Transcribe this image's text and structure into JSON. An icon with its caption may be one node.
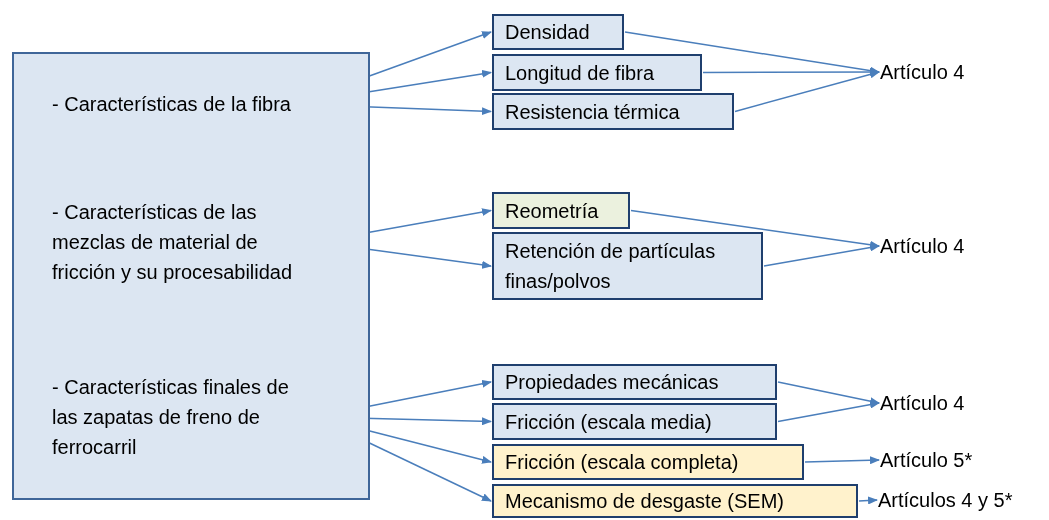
{
  "diagram": {
    "nodes": [
      {
        "text": [],
        "shape": "box"
      },
      {
        "text": [
          "- Características de la fibra"
        ],
        "in": 0
      },
      {
        "text": [
          "- Características de las mezclas de material de fricción y su procesabilidad"
        ],
        "in": 0
      },
      {
        "text": [
          "- Características finales de las zapatas de freno de ferrocarril"
        ],
        "in": 0
      },
      {
        "text": [
          "Densidad"
        ]
      },
      {
        "text": [
          "Longitud de fibra"
        ]
      },
      {
        "text": [
          "Resistencia térmica"
        ]
      },
      {
        "text": [
          "Reometría"
        ]
      },
      {
        "text": [
          "Retención de partículas finas/polvos"
        ]
      },
      {
        "text": [
          "Propiedades mecánicas"
        ]
      },
      {
        "text": [
          "Fricción (escala media)"
        ]
      },
      {
        "text": [
          "Fricción (escala completa)"
        ]
      },
      {
        "text": [
          "Mecanismo de desgaste (SEM)"
        ]
      },
      {
        "text": [
          "Artículo 4"
        ]
      },
      {
        "text": [
          "Artículo 4"
        ]
      },
      {
        "text": [
          "Artículo 4"
        ]
      },
      {
        "text": [
          "Artículo 5*"
        ]
      },
      {
        "text": [
          "Artículos 4 y 5*"
        ]
      }
    ],
    "edges": [
      {
        "from": 1,
        "to": 4,
        "arrow": "to"
      },
      {
        "from": 1,
        "to": 5,
        "arrow": "to"
      },
      {
        "from": 1,
        "to": 6,
        "arrow": "to"
      },
      {
        "from": 4,
        "to": 13,
        "arrow": "to"
      },
      {
        "from": 5,
        "to": 13,
        "arrow": "to"
      },
      {
        "from": 6,
        "to": 13,
        "arrow": "to"
      },
      {
        "from": 2,
        "to": 7,
        "arrow": "to"
      },
      {
        "from": 2,
        "to": 8,
        "arrow": "to"
      },
      {
        "from": 7,
        "to": 14,
        "arrow": "to"
      },
      {
        "from": 8,
        "to": 14,
        "arrow": "to"
      },
      {
        "from": 3,
        "to": 9,
        "arrow": "to"
      },
      {
        "from": 3,
        "to": 10,
        "arrow": "to"
      },
      {
        "from": 3,
        "to": 11,
        "arrow": "to"
      },
      {
        "from": 3,
        "to": 12,
        "arrow": "to"
      },
      {
        "from": 9,
        "to": 15,
        "arrow": "to"
      },
      {
        "from": 10,
        "to": 15,
        "arrow": "to"
      },
      {
        "from": 11,
        "to": 16,
        "arrow": "to"
      },
      {
        "from": 12,
        "to": 17,
        "arrow": "to"
      }
    ]
  }
}
